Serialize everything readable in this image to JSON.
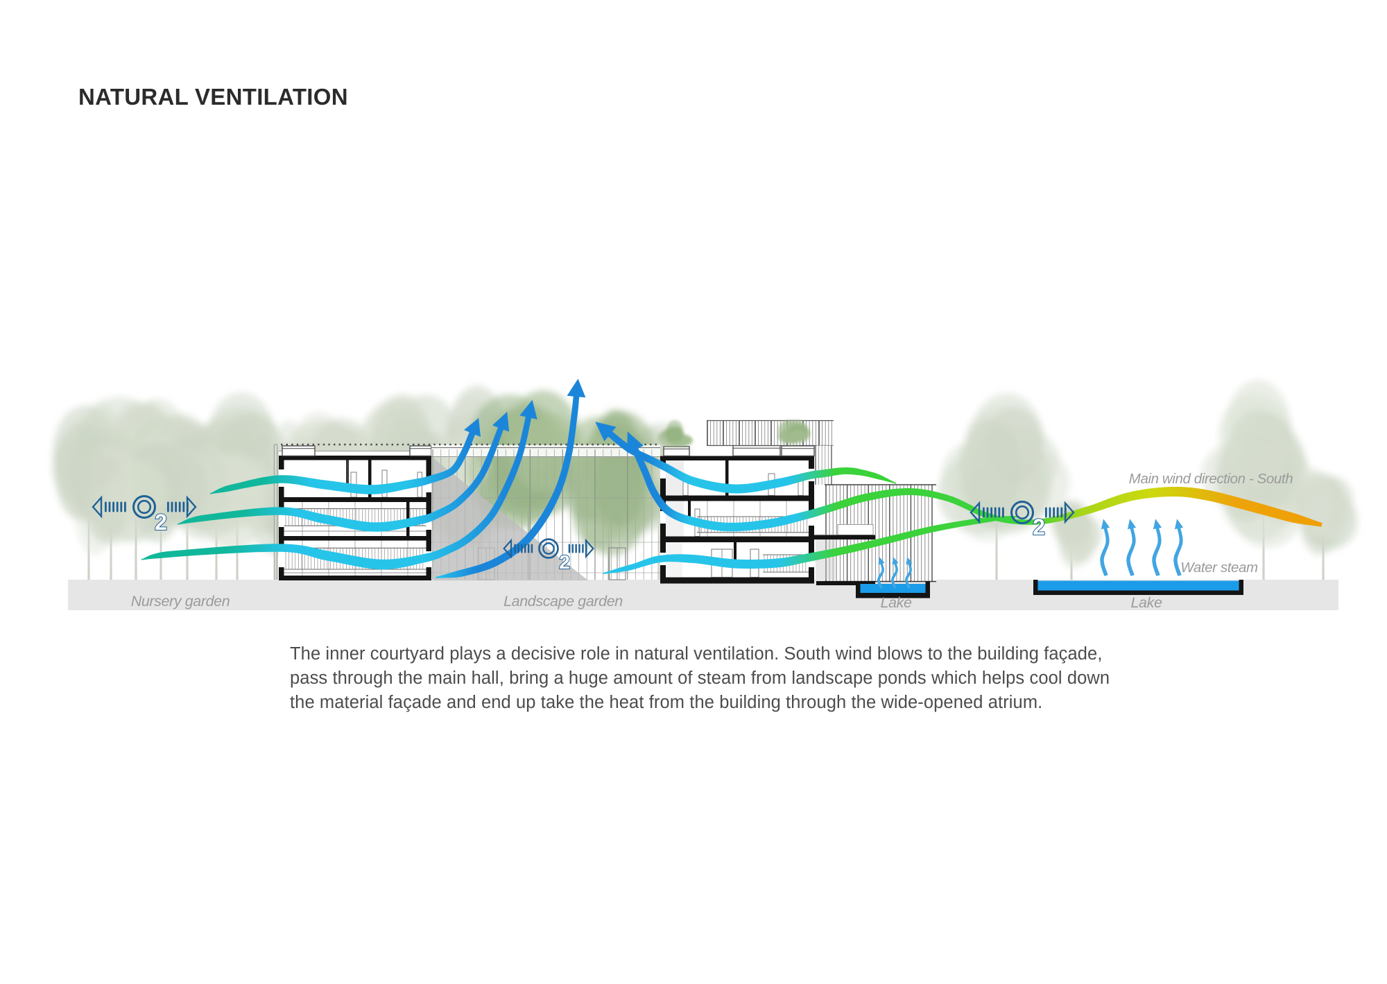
{
  "page": {
    "title": "NATURAL VENTILATION",
    "background": "#ffffff"
  },
  "caption": {
    "lines": [
      "The inner courtyard plays a decisive role in natural ventilation. South wind blows to the building façade,",
      "pass through the main hall, bring a huge amount of steam from landscape ponds which helps cool down",
      "the material façade and end up take the heat from the building through the wide-opened atrium."
    ]
  },
  "diagram": {
    "labels": {
      "nursery_garden": "Nursery garden",
      "landscape_garden": "Landscape garden",
      "lake_left": "Lake",
      "lake_right": "Lake",
      "wind_direction": "Main wind direction - South",
      "water_steam": "Water steam"
    },
    "o2_subscript": "2",
    "palette": {
      "teal": "#11b79b",
      "cyan": "#27c4ea",
      "blue": "#1b86d9",
      "green": "#3bd23b",
      "yellow_green": "#a8d51a",
      "yellow": "#cdd90e",
      "orange": "#ef9f06",
      "steam_blue": "#41a5e2",
      "o2_blue": "#1f6096",
      "water_blue": "#1b9ce9",
      "ground_gray": "#e6e6e6",
      "section_ink": "#141414",
      "shadow_gray": "#bdbdbd",
      "label_gray": "#9b9b9b",
      "title_ink": "#2b2b2b",
      "caption_ink": "#4c4c4c",
      "tree_faded": "#c7d1c1",
      "tree_green": "#9cb98b"
    }
  }
}
